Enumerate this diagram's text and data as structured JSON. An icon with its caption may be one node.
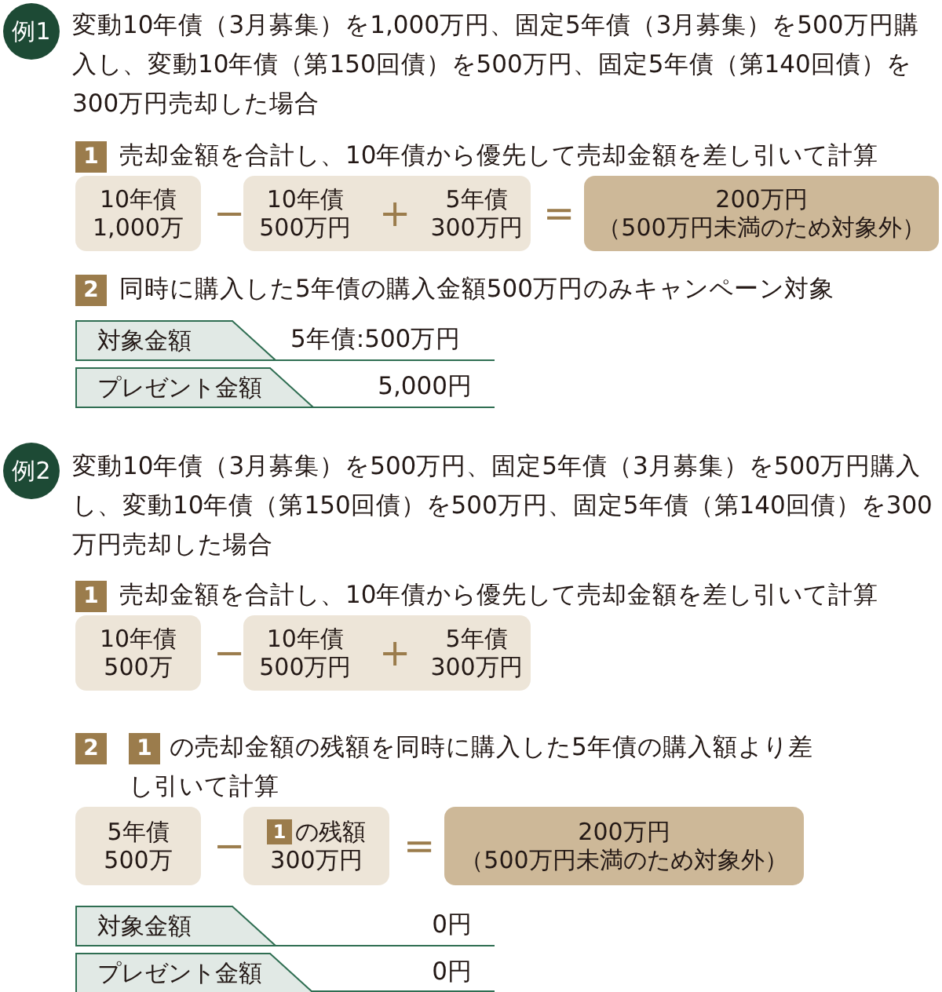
{
  "diagram": {
    "nodes": [
      {
        "text": [
          "例1"
        ]
      },
      {
        "text": [
          "1"
        ]
      },
      {
        "text": [
          "10年債 1,000万"
        ]
      },
      {
        "text": [
          "10年債 500万円",
          "+",
          "5年債 300万円"
        ]
      },
      {
        "text": [
          "200万円",
          "（500万円未満のため対象外）"
        ]
      },
      {
        "text": [
          "2"
        ]
      },
      {
        "text": [
          "対象金額"
        ]
      },
      {
        "text": [
          "プレゼント金額"
        ]
      },
      {
        "text": [
          "例2"
        ]
      },
      {
        "text": [
          "1"
        ]
      },
      {
        "text": [
          "10年債 500万"
        ]
      },
      {
        "text": [
          "10年債 500万円",
          "+",
          "5年債 300万円"
        ]
      },
      {
        "text": [
          "2"
        ]
      },
      {
        "text": [
          "1"
        ]
      },
      {
        "text": [
          "5年債 500万"
        ]
      },
      {
        "text": [
          "の残額",
          "300万円"
        ]
      },
      {
        "text": [
          "1"
        ],
        "in": 15
      },
      {
        "text": [
          "200万円",
          "（500万円未満のため対象外）"
        ]
      },
      {
        "text": [
          "対象金額"
        ]
      },
      {
        "text": [
          "プレゼント金額"
        ]
      }
    ],
    "labels": [
      "変動10年債（3月募集）を1,000万円、固定5年債（3月募集）を500万円購入し、変動10年債（第150回債）を500万円、固定5年債（第140回債）を300万円売却した場合",
      "売却金額を合計し、10年債から優先して売却金額を差し引いて計算",
      "−",
      "=",
      "同時に購入した5年債の購入金額500万円のみキャンペーン対象",
      "5年債:500万円",
      "5,000円",
      "変動10年債（3月募集）を500万円、固定5年債（3月募集）を500万円購入し、変動10年債（第150回債）を500万円、固定5年債（第140回債）を300万円売却した場合",
      "売却金額を合計し、10年債から優先して売却金額を差し引いて計算",
      "−",
      "の売却金額の残額を同時に購入した5年債の購入額より差し引いて計算",
      "−",
      "=",
      "0円",
      "0円"
    ]
  }
}
